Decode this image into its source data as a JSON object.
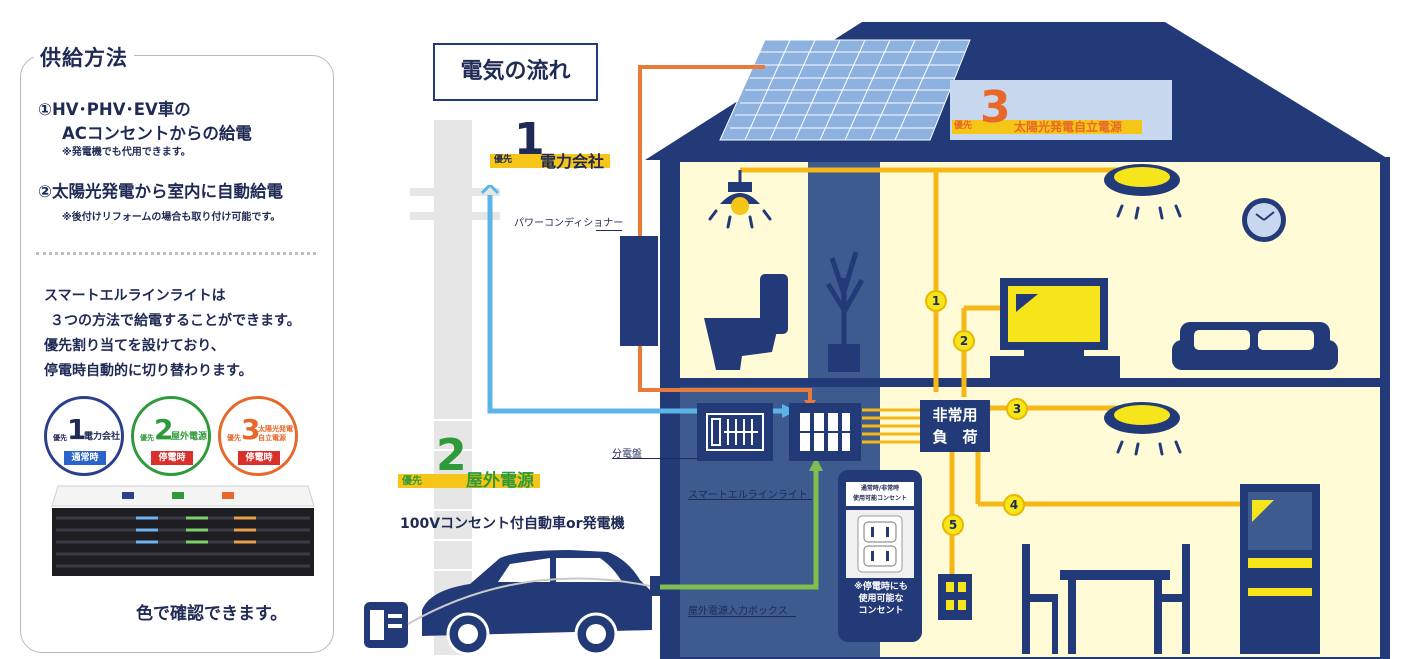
{
  "left_panel": {
    "title": "供給方法",
    "method1_line1": "①HV･PHV･EV車の",
    "method1_line2": "ACコンセントからの給電",
    "method1_note": "※発電機でも代用できます。",
    "method2": "②太陽光発電から室内に自動給電",
    "method2_note": "※後付けリフォームの場合も取り付け可能です。",
    "desc": [
      "スマートエルラインライトは",
      "３つの方法で給電することができます。",
      "優先割り当てを設けており、",
      "停電時自動的に切り替わります。"
    ],
    "confirm": "色で確認できます。",
    "bubbles": [
      {
        "prefix": "優先",
        "num": "1",
        "title": "電力会社",
        "tag": "通常時",
        "color": "#2b3f8a",
        "tag_color": "#2a63c9"
      },
      {
        "prefix": "優先",
        "num": "2",
        "title": "屋外電源",
        "tag": "停電時",
        "color": "#2f9a3a",
        "tag_color": "#d9302c"
      },
      {
        "prefix": "優先",
        "num": "3",
        "title": "太陽光発電自立電源",
        "tag": "停電時",
        "color": "#e8682a",
        "tag_color": "#d9302c"
      }
    ]
  },
  "diagram": {
    "title": "電気の流れ",
    "priority1": {
      "prefix": "優先",
      "num": "1",
      "label": "電力会社"
    },
    "priority2": {
      "prefix": "優先",
      "num": "2",
      "label": "屋外電源"
    },
    "priority3": {
      "prefix": "優先",
      "num": "3",
      "label": "太陽光発電自立電源"
    },
    "outdoor_caption": "100Vコンセント付自動車or発電機",
    "power_conditioner": "パワーコンディショナー",
    "distribution_board": "分電盤",
    "smart_light": "スマートエルラインライト",
    "outdoor_box": "屋外電源入力ボックス",
    "emergency_load_1": "非常用",
    "emergency_load_2": "負　荷",
    "outlet_header_1": "通常時/非常時",
    "outlet_header_2": "使用可能コンセント",
    "outlet_note_1": "※停電時にも",
    "outlet_note_2": "使用可能な",
    "outlet_note_3": "コンセント",
    "circuits": [
      "1",
      "2",
      "3",
      "4",
      "5"
    ]
  },
  "colors": {
    "navy": "#233a78",
    "house_wall": "#fffbd6",
    "yellow_line": "#f5b818",
    "orange_line": "#e87a3a",
    "blue_line": "#5ab4e8",
    "green_line": "#7fbf4e",
    "highlight": "#f5c518"
  }
}
